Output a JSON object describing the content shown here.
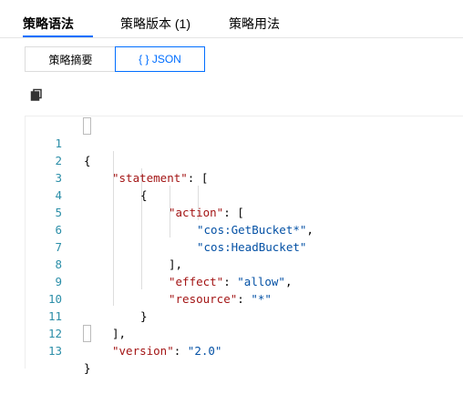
{
  "tabs": [
    {
      "label": "策略语法"
    },
    {
      "label": "策略版本 (1)"
    },
    {
      "label": "策略用法"
    }
  ],
  "view_toggle": {
    "summary_label": "策略摘要",
    "json_label": "{ } JSON"
  },
  "toolbar": {
    "copy_icon": "copy-icon"
  },
  "code": {
    "line_numbers": [
      "1",
      "2",
      "3",
      "4",
      "5",
      "6",
      "7",
      "8",
      "9",
      "10",
      "11",
      "12",
      "13"
    ],
    "lines": {
      "l1_brace": "{",
      "l2_key": "\"statement\"",
      "l2_rest": ": [",
      "l3_brace": "{",
      "l4_key": "\"action\"",
      "l4_rest": ": [",
      "l5_val": "\"cos:GetBucket*\"",
      "l5_rest": ",",
      "l6_val": "\"cos:HeadBucket\"",
      "l7_close": "],",
      "l8_key": "\"effect\"",
      "l8_sep": ": ",
      "l8_val": "\"allow\"",
      "l8_rest": ",",
      "l9_key": "\"resource\"",
      "l9_sep": ": ",
      "l9_val": "\"*\"",
      "l10_close": "}",
      "l11_close": "],",
      "l12_key": "\"version\"",
      "l12_sep": ": ",
      "l12_val": "\"2.0\"",
      "l13_brace": "}"
    }
  },
  "colors": {
    "accent": "#006eff",
    "json_key": "#a31515",
    "json_string": "#0451a5",
    "line_number": "#2b8ea8"
  }
}
